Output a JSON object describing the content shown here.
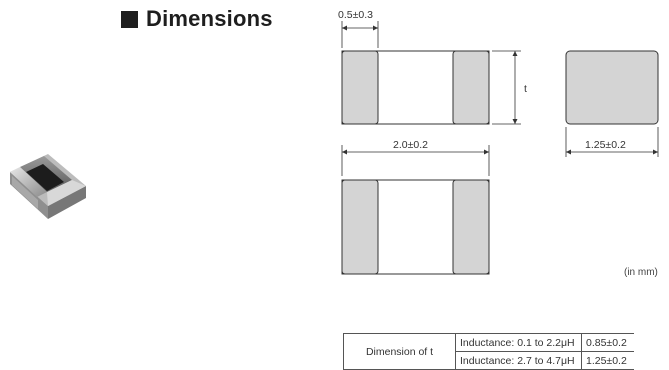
{
  "heading": {
    "title": "Dimensions"
  },
  "dimensions": {
    "electrode_width": "0.5±0.3",
    "thickness": "t",
    "length": "2.0±0.2",
    "width": "1.25±0.2"
  },
  "unit_note": "(in mm)",
  "thickness_table": {
    "row_header": "Dimension of t",
    "rows": [
      {
        "inductance": "Inductance: 0.1 to 2.2μH",
        "value": "0.85±0.2"
      },
      {
        "inductance": "Inductance: 2.7 to 4.7μH",
        "value": "1.25±0.2"
      }
    ]
  },
  "colors": {
    "electrode": "#d4d4d4",
    "body": "#ffffff",
    "outline": "#333333"
  }
}
